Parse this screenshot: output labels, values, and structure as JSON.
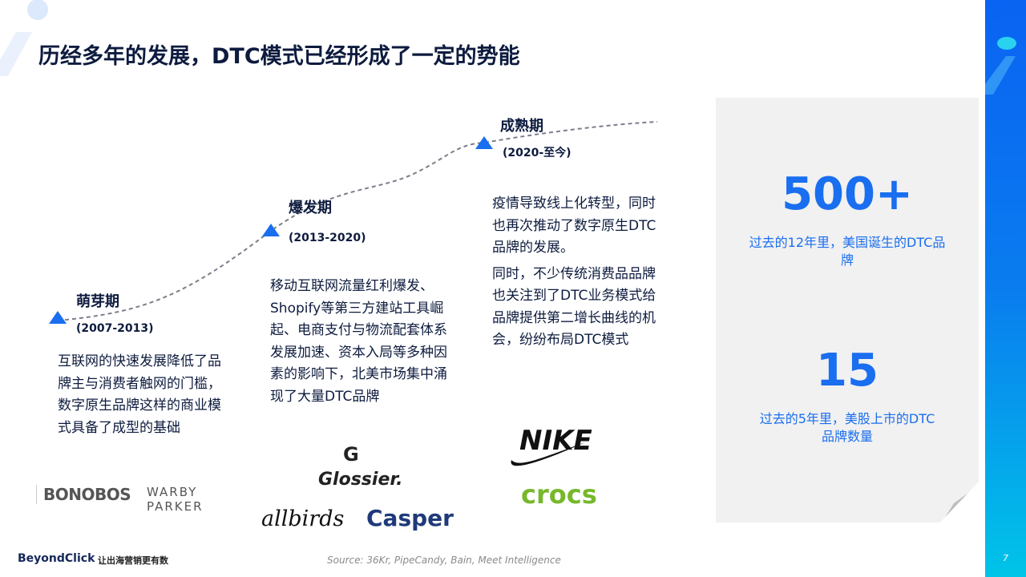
{
  "title": "历经多年的发展，DTC模式已经形成了一定的势能",
  "stages": [
    {
      "name": "萌芽期",
      "years": "(2007-2013)",
      "text": [
        "互联网的快速发展降低了品牌主与消费者触网的门槛，数字原生品牌这样的商业模式具备了成型的基础"
      ],
      "logos": [
        "BONOBOS",
        "WARBY",
        "PARKER"
      ]
    },
    {
      "name": "爆发期",
      "years": "(2013-2020)",
      "text": [
        "移动互联网流量红利爆发、Shopify等第三方建站工具崛起、电商支付与物流配套体系发展加速、资本入局等多种因素的影响下，北美市场集中涌现了大量DTC品牌"
      ],
      "logos": [
        "G",
        "Glossier.",
        "allbirds",
        "Casper"
      ]
    },
    {
      "name": "成熟期",
      "years": "(2020-至今)",
      "text": [
        "疫情导致线上化转型，同时也再次推动了数字原生DTC品牌的发展。",
        "同时，不少传统消费品品牌也关注到了DTC业务模式给品牌提供第二增长曲线的机会，纷纷布局DTC模式"
      ],
      "logos": [
        "NIKE",
        "crocs"
      ]
    }
  ],
  "stats": [
    {
      "value": "500+",
      "caption": "过去的12年里，美国诞生的DTC品牌"
    },
    {
      "value": "15",
      "caption": "过去的5年里，美股上市的DTC品牌数量"
    }
  ],
  "footer": {
    "brand": "BeyondClick",
    "slogan": "让出海营销更有数",
    "source": "Source: 36Kr, PipeCandy, Bain, Meet Intelligence",
    "page": "7"
  },
  "colors": {
    "accent": "#1a6ef0",
    "text": "#0d1b3e"
  }
}
